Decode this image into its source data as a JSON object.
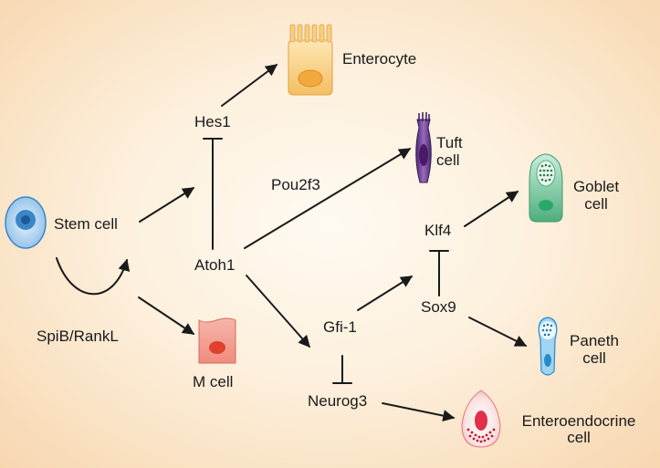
{
  "colors": {
    "background": "#fbe6cb",
    "arrow": "#1a1a1a",
    "stem_cell": "#3a86c8",
    "enterocyte": "#f3b24a",
    "tuft_cell": "#6a3a8c",
    "goblet_cell": "#5cb88a",
    "paneth_cell": "#3a9ad8",
    "m_cell": "#e8857a",
    "enteroendocrine_cell": "#e85a6a"
  },
  "nodes": {
    "stem_cell": "Stem cell",
    "spib_rankl": "SpiB/RankL",
    "m_cell": "M cell",
    "hes1": "Hes1",
    "atoh1": "Atoh1",
    "enterocyte": "Enterocyte",
    "pou2f3": "Pou2f3",
    "tuft_cell": [
      "Tuft",
      "cell"
    ],
    "gfi1": "Gfi-1",
    "neurog3": "Neurog3",
    "klf4": "Klf4",
    "sox9": "Sox9",
    "goblet_cell": [
      "Goblet",
      "cell"
    ],
    "paneth_cell": [
      "Paneth",
      "cell"
    ],
    "enteroendocrine_cell": [
      "Enteroendocrine",
      "cell"
    ]
  },
  "edges": [
    {
      "from": "Stem cell",
      "to": "Hes1",
      "type": "activation"
    },
    {
      "from": "Stem cell",
      "to": "Stem cell",
      "type": "self-renewal"
    },
    {
      "from": "Stem cell",
      "to": "M cell",
      "type": "activation"
    },
    {
      "from": "Hes1",
      "to": "Enterocyte",
      "type": "activation"
    },
    {
      "from": "Atoh1",
      "to": "Hes1",
      "type": "inhibition"
    },
    {
      "from": "Atoh1",
      "to": "Tuft cell",
      "type": "activation"
    },
    {
      "from": "Atoh1",
      "to": "Gfi-1",
      "type": "activation"
    },
    {
      "from": "Gfi-1",
      "to": "Klf4",
      "type": "activation"
    },
    {
      "from": "Gfi-1",
      "to": "Neurog3",
      "type": "inhibition"
    },
    {
      "from": "Sox9",
      "to": "Klf4",
      "type": "inhibition"
    },
    {
      "from": "Klf4",
      "to": "Goblet cell",
      "type": "activation"
    },
    {
      "from": "Sox9",
      "to": "Paneth cell",
      "type": "activation"
    },
    {
      "from": "Neurog3",
      "to": "Enteroendocrine cell",
      "type": "activation"
    }
  ]
}
